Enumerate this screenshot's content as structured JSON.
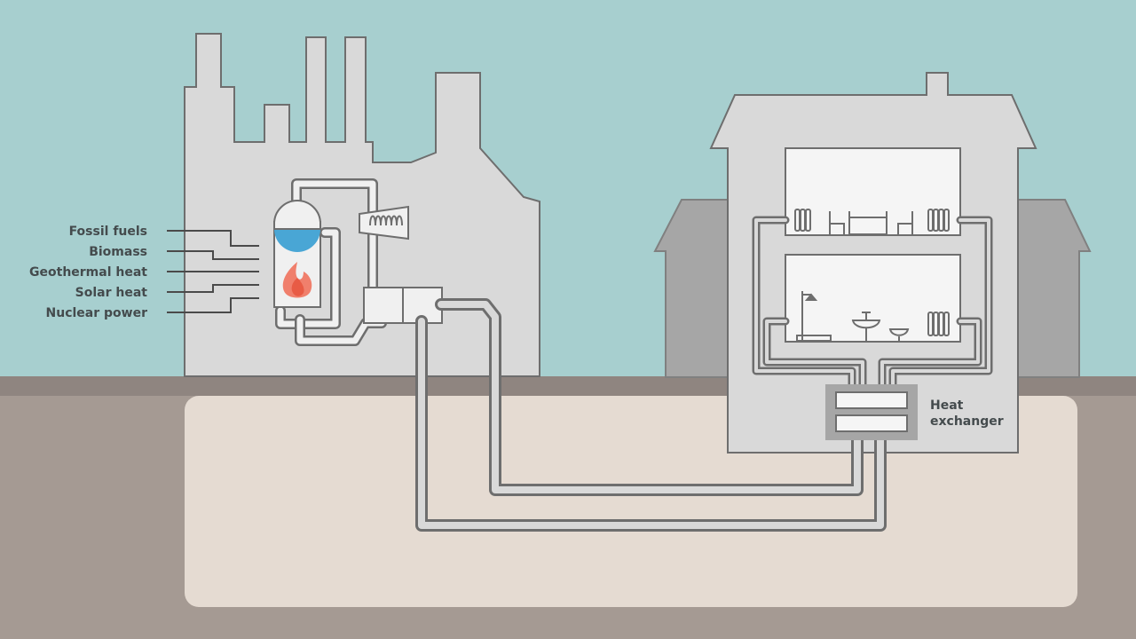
{
  "energy_sources": [
    "Fossil fuels",
    "Biomass",
    "Geothermal heat",
    "Solar heat",
    "Nuclear power"
  ],
  "heat_exchanger_label": [
    "Heat",
    "exchanger"
  ],
  "colors": {
    "sky": "#a7cfcf",
    "ground": "#a59a93",
    "soil_pit": "#e5dbd2",
    "building": "#d9d9d9",
    "building_outline": "#6e6e6e",
    "neighbour_house": "#a6a6a6",
    "pipe": "#6e6e6e",
    "water": "#49a6d5",
    "flame_outer": "#f07f6c",
    "flame_inner": "#e85b45",
    "label_text": "#444b4d"
  }
}
